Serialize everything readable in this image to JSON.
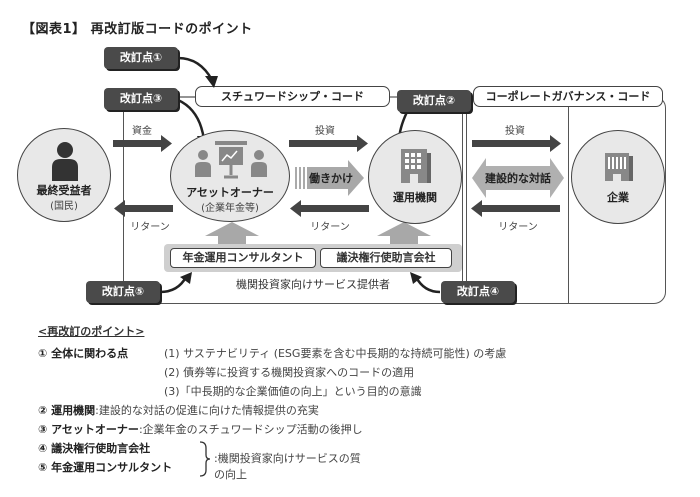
{
  "figure_title": "【図表1】 再改訂版コードのポイント",
  "codes": {
    "stewardship": "スチュワードシップ・コード",
    "governance": "コーポレートガバナンス・コード"
  },
  "revision_badges": {
    "r1": "改訂点①",
    "r2": "改訂点②",
    "r3": "改訂点③",
    "r4": "改訂点④",
    "r5": "改訂点⑤"
  },
  "actors": {
    "beneficiary": {
      "label": "最終受益者",
      "sub": "(国民)",
      "icon": "person-icon"
    },
    "asset_owner": {
      "label": "アセットオーナー",
      "sub": "(企業年金等)",
      "icon": "presentation-icon"
    },
    "asset_manager": {
      "label": "運用機関",
      "icon": "office-building-icon"
    },
    "company": {
      "label": "企業",
      "icon": "company-building-icon"
    }
  },
  "flows": {
    "funds": "資金",
    "invest1": "投資",
    "invest2": "投資",
    "return1": "リターン",
    "return2": "リターン",
    "return3": "リターン",
    "engage": "働きかけ",
    "dialogue": "建設的な対話"
  },
  "service_providers": {
    "consultant": "年金運用コンサルタント",
    "proxy_advisor": "議決権行使助言会社",
    "caption": "機関投資家向けサービス提供者"
  },
  "points": {
    "heading": "<再改訂のポイント>",
    "p1": {
      "label": "① 全体に関わる点",
      "items": [
        "(1) サステナビリティ (ESG要素を含む中長期的な持続可能性) の考慮",
        "(2) 債券等に投資する機関投資家へのコードの適用",
        "(3)「中長期的な企業価値の向上」という目的の意識"
      ]
    },
    "p2": {
      "label": "② 運用機関",
      "text": ":建設的な対話の促進に向けた情報提供の充実"
    },
    "p3": {
      "label": "③ アセットオーナー",
      "text": ":企業年金のスチュワードシップ活動の後押し"
    },
    "p4": {
      "label": "④ 議決権行使助言会社"
    },
    "p5": {
      "label": "⑤ 年金運用コンサルタント"
    },
    "p45_text": ":機関投資家向けサービスの質の向上"
  },
  "colors": {
    "badge": "#4a4a4a",
    "arrow_dark": "#444444",
    "arrow_light": "#a8a8a8",
    "circle_fill": "#e8e8e8"
  }
}
